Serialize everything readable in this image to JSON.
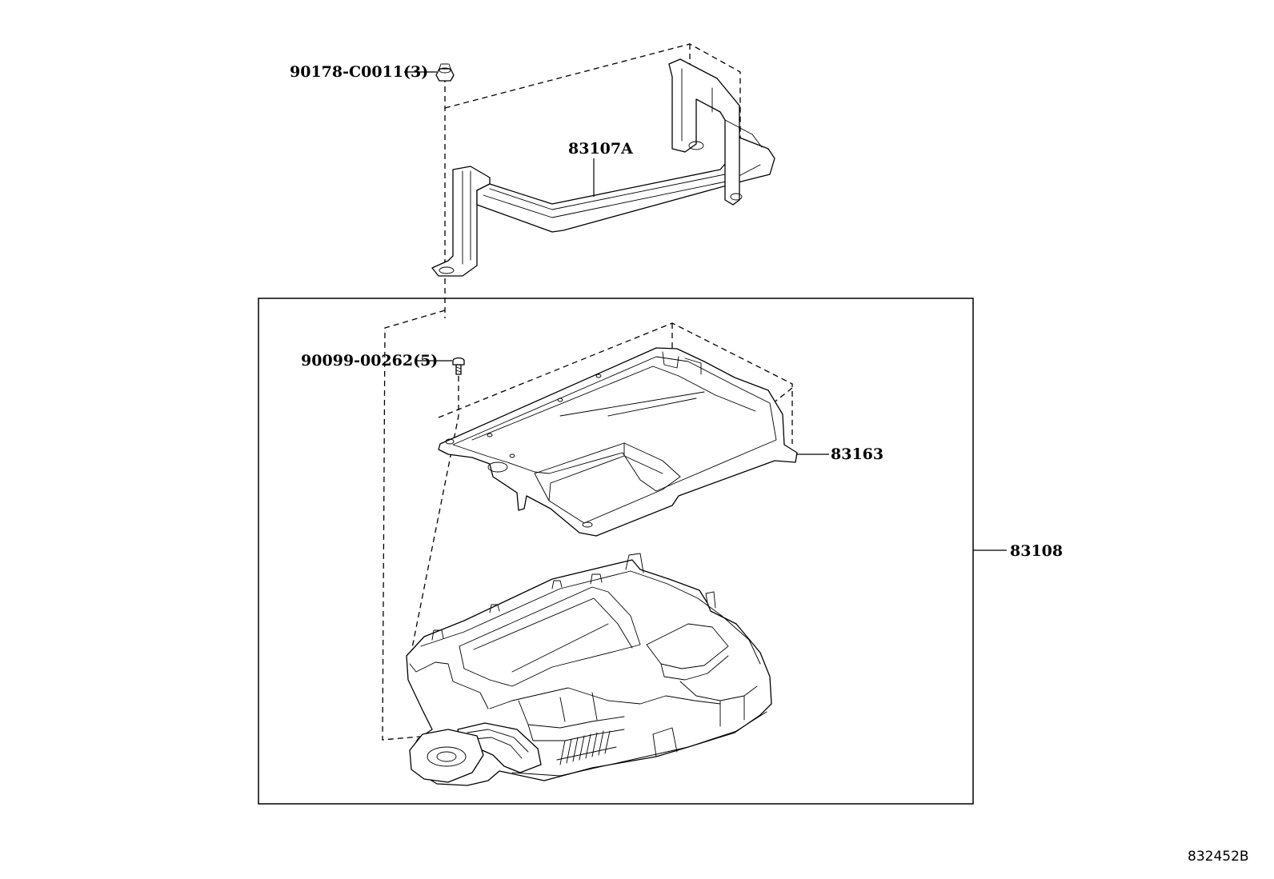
{
  "parts": {
    "nut": {
      "label": "90178-C0011(3)"
    },
    "bracket": {
      "label": "83107A"
    },
    "screw": {
      "label": "90099-00262(5)"
    },
    "cover": {
      "label": "83163"
    },
    "assembly": {
      "label": "83108"
    }
  },
  "diagram_id": "832452B",
  "colors": {
    "line": "#000000",
    "background": "#ffffff"
  }
}
